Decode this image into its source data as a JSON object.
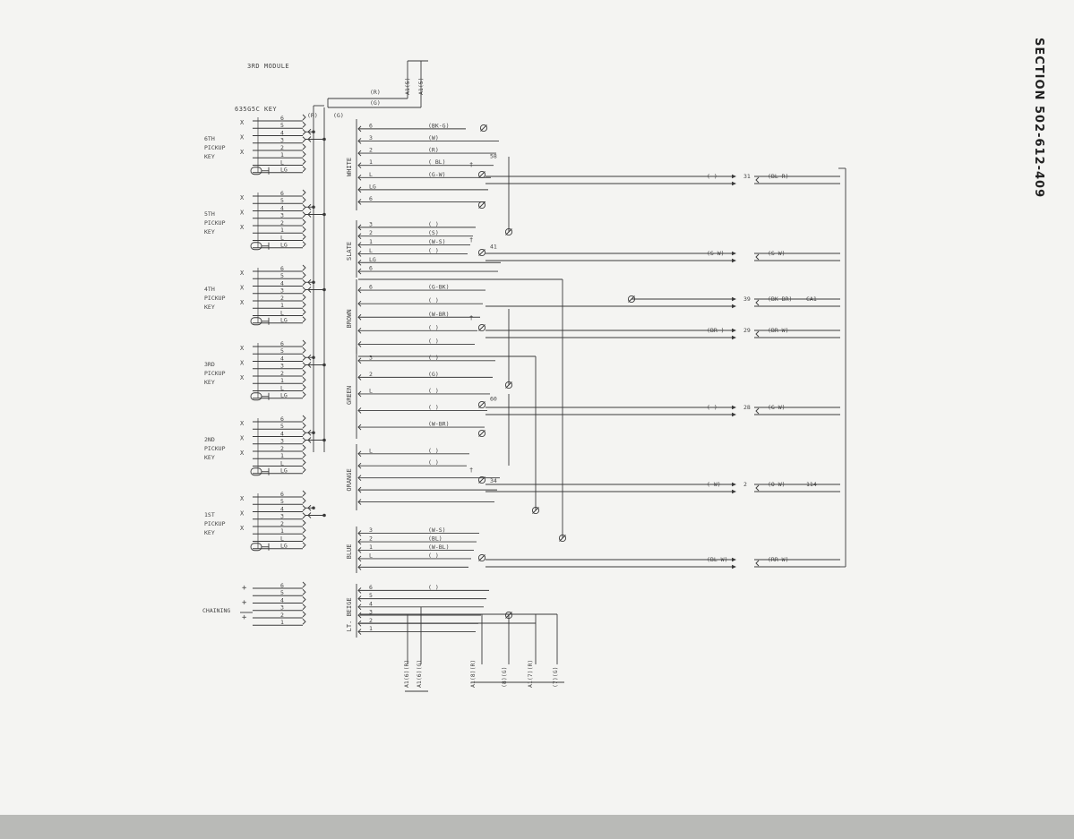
{
  "section": "SECTION 502-612-409",
  "module": "3RD MODULE",
  "key_type": "635G5C KEY",
  "keys": [
    {
      "name": "6TH\nPICKUP\nKEY"
    },
    {
      "name": "5TH\nPICKUP\nKEY"
    },
    {
      "name": "4TH\nPICKUP\nKEY"
    },
    {
      "name": "3RD\nPICKUP\nKEY"
    },
    {
      "name": "2ND\nPICKUP\nKEY"
    },
    {
      "name": "1ST\nPICKUP\nKEY"
    }
  ],
  "key_terminals": [
    "6",
    "5",
    "4",
    "3",
    "2",
    "1",
    "L",
    "LG"
  ],
  "chaining": {
    "label": "CHAINING",
    "terminals": [
      "6",
      "5",
      "4",
      "3",
      "2",
      "1"
    ]
  },
  "bus": {
    "r": "(R)",
    "g": "(G)"
  },
  "top_refs": [
    "A1(5)",
    "A1(5)"
  ],
  "top_bus": [
    "(R)",
    "(G)"
  ],
  "groups": [
    {
      "name": "WHITE",
      "terms": [
        "6",
        "3",
        "2",
        "1",
        "L",
        "LG",
        "6"
      ],
      "wires": [
        "(BK-G)",
        "(W)",
        "(R)",
        "( BL)",
        "(G-W)"
      ],
      "numbers": [
        "58"
      ]
    },
    {
      "name": "SLATE",
      "terms": [
        "3",
        "2",
        "1",
        "L",
        "LG",
        "6"
      ],
      "wires": [
        "(    )",
        "(S)",
        "(W-S)",
        "(    )"
      ],
      "numbers": [
        "41"
      ]
    },
    {
      "name": "BROWN",
      "terms": [
        "6"
      ],
      "wires": [
        "(G-BK)",
        "(    )",
        "(W-BR)",
        "(    )",
        "(    )"
      ],
      "numbers": []
    },
    {
      "name": "GREEN",
      "terms": [
        "3",
        "2",
        "L"
      ],
      "wires": [
        "(    )",
        "(G)",
        "(    )",
        "(    )",
        "(W-BR)"
      ],
      "numbers": [
        "60"
      ]
    },
    {
      "name": "ORANGE",
      "terms": [
        "L"
      ],
      "wires": [
        "(    )",
        "(    )"
      ],
      "numbers": [
        "34"
      ]
    },
    {
      "name": "BLUE",
      "terms": [
        "3",
        "2",
        "1",
        "L"
      ],
      "wires": [
        "(W-S)",
        "(BL)",
        "(W-BL)",
        "(    )"
      ],
      "numbers": []
    },
    {
      "name": "LT. BEIGE",
      "terms": [
        "6",
        "5",
        "4",
        "3",
        "2",
        "1"
      ],
      "wires": [
        "(    )"
      ],
      "numbers": []
    }
  ],
  "outputs": [
    {
      "pre": "(    )",
      "num": "31",
      "post": "(BL-R)"
    },
    {
      "pre": "(S-W)",
      "num": "",
      "post": "(S-W)"
    },
    {
      "pre": "",
      "num": "39",
      "post": "(BK-BR)",
      "extra": "CA1"
    },
    {
      "pre": "(BR   )",
      "num": "29",
      "post": "(BR-W)"
    },
    {
      "pre": "(    )",
      "num": "28",
      "post": "(G-W)"
    },
    {
      "pre": "( W)",
      "num": "2",
      "post": "(O-W)",
      "extra": "114"
    },
    {
      "pre": "(BL-W)",
      "num": "",
      "post": "(RR-W)"
    }
  ],
  "bottom_refs": [
    "A1(6)(R)",
    "A1(6)(G)",
    "A1(8)(R)",
    "(8)(G)",
    "A1(7)(R)",
    "(7)(G)"
  ],
  "dagger": "†"
}
